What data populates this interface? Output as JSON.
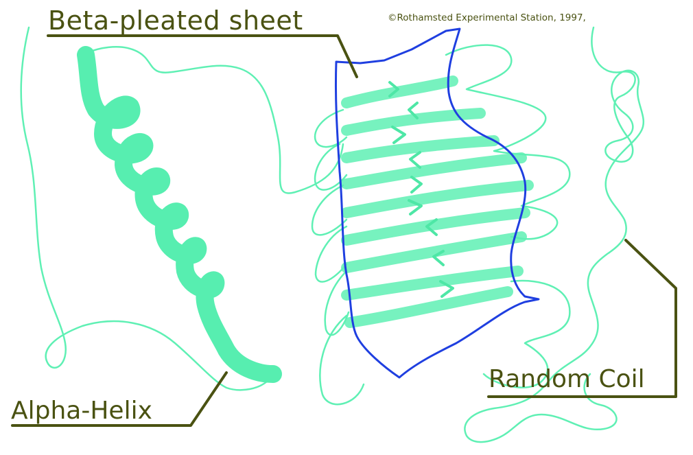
{
  "labels": {
    "beta_sheet": "Beta-pleated sheet",
    "alpha_helix": "Alpha-Helix",
    "random_coil": "Random Coil",
    "credit": "©Rothamsted Experimental Station, 1997,"
  },
  "colors": {
    "strand": "#5ff0b4",
    "helix": "#57eeb0",
    "sheet_outline": "#1f3fe0",
    "leader": "#4a5212",
    "label_text": "#4a5212"
  }
}
